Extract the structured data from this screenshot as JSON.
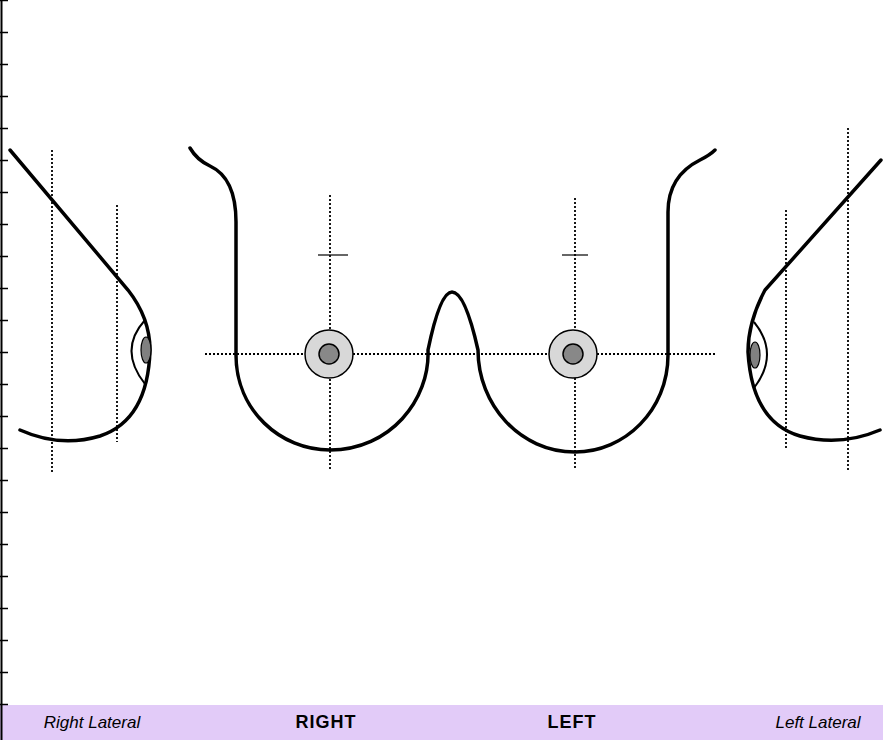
{
  "diagram": {
    "labels": [
      "Right Lateral",
      "RIGHT",
      "LEFT",
      "Left Lateral"
    ]
  }
}
